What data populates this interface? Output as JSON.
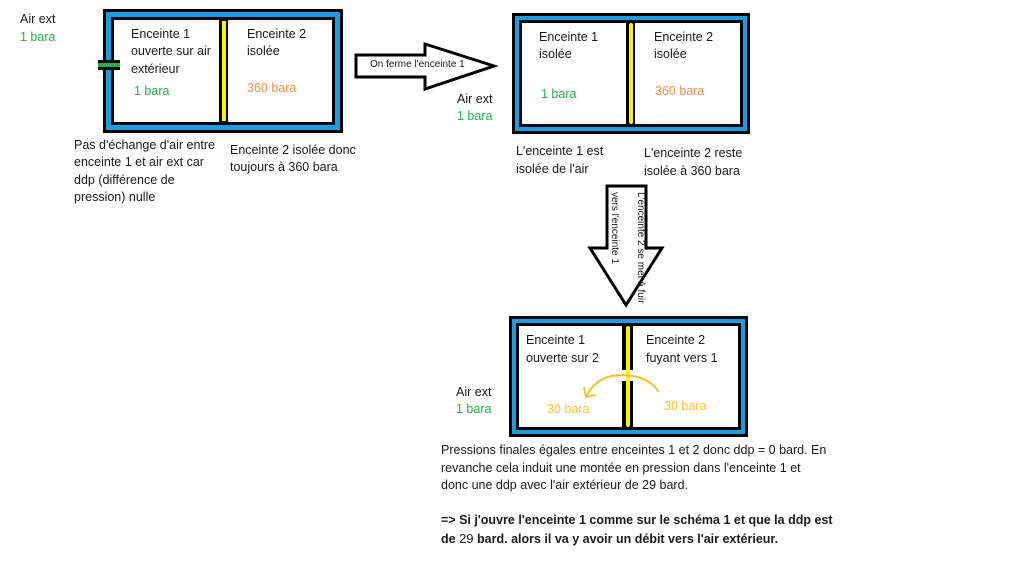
{
  "colors": {
    "frame_black": "#000000",
    "frame_blue": "#1e9be0",
    "divider_yellow": "#fff200",
    "pressure_green": "#22b14c",
    "pressure_orange": "#f68b47",
    "pressure_amber": "#f5c12a",
    "flow_arrow": "#f5c12a"
  },
  "step1": {
    "air_ext_label": "Air ext",
    "air_ext_pressure": "1 bara",
    "enclosure1": {
      "title_line1": "Enceinte 1",
      "title_line2": "ouverte sur air",
      "title_line3": "extérieur",
      "pressure": "1 bara"
    },
    "enclosure2": {
      "title_line1": "Enceinte 2",
      "title_line2": "isolée",
      "pressure": "360 bara"
    },
    "note_left": [
      "Pas d'échange d'air entre",
      "enceinte 1 et air ext car",
      "ddp (différence de",
      "pression) nulle"
    ],
    "note_right": [
      "Enceinte 2 isolée donc",
      "toujours à 360 bara"
    ]
  },
  "arrow_right": {
    "label": "On ferme l'enceinte 1"
  },
  "step2": {
    "air_ext_label": "Air ext",
    "air_ext_pressure": "1 bara",
    "enclosure1": {
      "title_line1": "Enceinte 1",
      "title_line2": "isolée",
      "pressure": "1 bara"
    },
    "enclosure2": {
      "title_line1": "Enceinte 2",
      "title_line2": "isolée",
      "pressure": "360 bara"
    },
    "note_left": [
      "L'enceinte 1 est",
      "isolée de l'air"
    ],
    "note_right": [
      "L'enceinte 2 reste",
      "isolée à 360 bara"
    ]
  },
  "arrow_down": {
    "label_line1": "L'enceinte 2 se met à fuir",
    "label_line2": "vers l'enceinte 1"
  },
  "step3": {
    "air_ext_label": "Air ext",
    "air_ext_pressure": "1 bara",
    "enclosure1": {
      "title_line1": "Enceinte 1",
      "title_line2": "ouverte sur 2",
      "pressure": "30 bara"
    },
    "enclosure2": {
      "title_line1": "Enceinte 2",
      "title_line2": "fuyant vers 1",
      "pressure": "30 bara"
    },
    "conclusion": [
      "Pressions finales égales entre enceintes 1 et 2 donc ddp = 0 bard. En",
      "revanche cela induit une montée en pression dans l'enceinte 1 et",
      "donc une ddp avec l'air extérieur de 29 bard."
    ],
    "final_prefix": "=> Si j'ouvre l'enceinte 1 comme sur le schéma 1 et que la ddp est",
    "final_de": "de",
    "final_value": "29",
    "final_suffix": "bard. alors il va y avoir un débit vers l'air extérieur."
  }
}
